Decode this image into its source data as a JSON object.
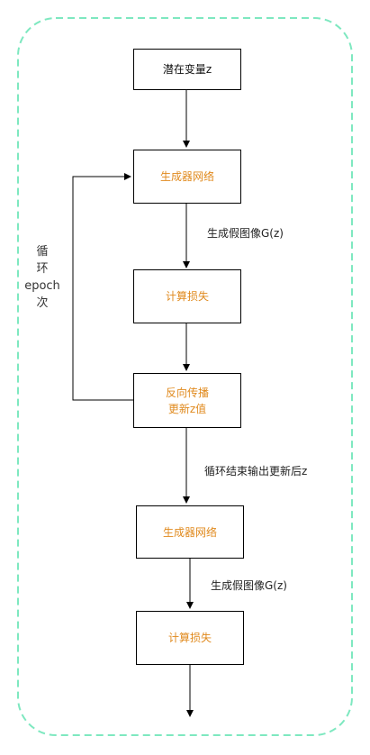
{
  "nodes": {
    "latent": {
      "label": "潜在变量z",
      "color": "#111111"
    },
    "generator1": {
      "label": "生成器网络",
      "color": "#e08a1e"
    },
    "loss1": {
      "label": "计算损失",
      "color": "#e08a1e"
    },
    "backprop": {
      "line1": "反向传播",
      "line2": "更新z值",
      "color": "#e08a1e"
    },
    "generator2": {
      "label": "生成器网络",
      "color": "#e08a1e"
    },
    "loss2": {
      "label": "计算损失",
      "color": "#e08a1e"
    }
  },
  "edge_labels": {
    "fake1": "生成假图像G(z)",
    "loop_end": "循环结束输出更新后z",
    "fake2": "生成假图像G(z)"
  },
  "loop_label": {
    "line1": "循",
    "line2": "环",
    "line3": "epoch",
    "line4": "次"
  },
  "colors": {
    "container_border": "#7ee8c0",
    "box_border": "#000000",
    "accent_text": "#e08a1e",
    "arrow": "#000000"
  }
}
